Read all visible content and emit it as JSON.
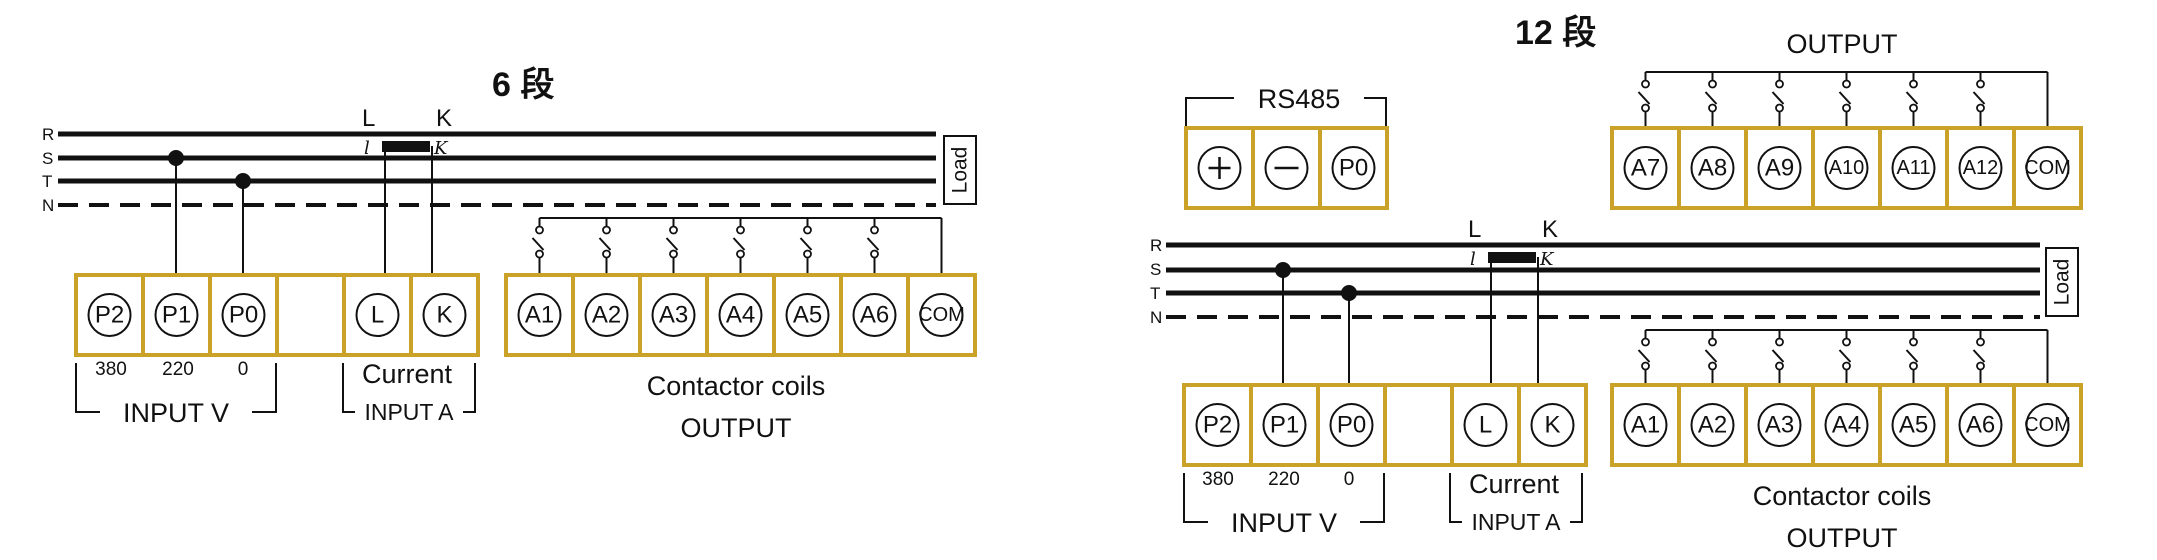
{
  "colors": {
    "frame": "#c9a227",
    "line": "#111111",
    "background": "#ffffff"
  },
  "diagram_6": {
    "title": "6 段",
    "lines": [
      "R",
      "S",
      "T",
      "N"
    ],
    "ct": {
      "l_big": "L",
      "k_big": "K",
      "l_small": "l",
      "k_small": "K"
    },
    "load": "Load",
    "input_terminals": [
      "P2",
      "P1",
      "P0",
      "",
      "L",
      "K"
    ],
    "voltages": [
      "380",
      "220",
      "0"
    ],
    "current_label": "Current",
    "input_a_label": "INPUT A",
    "input_v_label": "INPUT  V",
    "output_terminals": [
      "A1",
      "A2",
      "A3",
      "A4",
      "A5",
      "A6",
      "COM"
    ],
    "output_caption_1": "Contactor coils",
    "output_caption_2": "OUTPUT"
  },
  "diagram_12": {
    "title": "12 段",
    "rs485_label": "RS485",
    "rs485_terminals": [
      "+",
      "−",
      "P0"
    ],
    "output_top_caption": "OUTPUT",
    "output_top_terminals": [
      "A7",
      "A8",
      "A9",
      "A10",
      "A11",
      "A12",
      "COM"
    ],
    "lines": [
      "R",
      "S",
      "T",
      "N"
    ],
    "ct": {
      "l_big": "L",
      "k_big": "K",
      "l_small": "l",
      "k_small": "K"
    },
    "load": "Load",
    "input_terminals": [
      "P2",
      "P1",
      "P0",
      "",
      "L",
      "K"
    ],
    "voltages": [
      "380",
      "220",
      "0"
    ],
    "current_label": "Current",
    "input_a_label": "INPUT A",
    "input_v_label": "INPUT  V",
    "output_terminals": [
      "A1",
      "A2",
      "A3",
      "A4",
      "A5",
      "A6",
      "COM"
    ],
    "output_caption_1": "Contactor coils",
    "output_caption_2": "OUTPUT"
  }
}
